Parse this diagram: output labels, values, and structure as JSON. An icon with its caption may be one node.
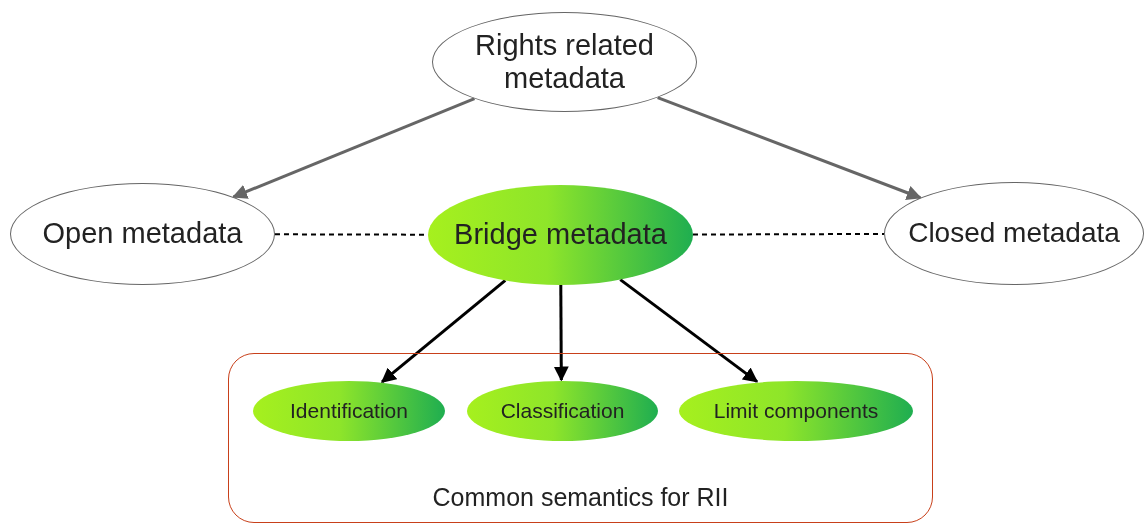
{
  "diagram": {
    "nodes": [
      {
        "text": [
          "Rights related metadata"
        ]
      },
      {
        "text": [
          "Open metadata"
        ]
      },
      {
        "text": [
          "Bridge metadata"
        ]
      },
      {
        "text": [
          "Closed metadata"
        ]
      },
      {
        "text": [
          "Common semantics for RII"
        ]
      },
      {
        "text": [
          "Identification"
        ],
        "in": 4
      },
      {
        "text": [
          "Classification"
        ],
        "in": 4
      },
      {
        "text": [
          "Limit components"
        ],
        "in": 4
      }
    ],
    "edges": [
      {
        "from": 0,
        "to": 1,
        "arrow": "to",
        "color": "#666666"
      },
      {
        "from": 0,
        "to": 3,
        "arrow": "to",
        "color": "#666666"
      },
      {
        "from": 1,
        "to": 2,
        "arrow": "none",
        "style": "dashed"
      },
      {
        "from": 2,
        "to": 3,
        "arrow": "none",
        "style": "dashed"
      },
      {
        "from": 2,
        "to": 5,
        "arrow": "to"
      },
      {
        "from": 2,
        "to": 6,
        "arrow": "to"
      },
      {
        "from": 2,
        "to": 7,
        "arrow": "to"
      }
    ]
  }
}
